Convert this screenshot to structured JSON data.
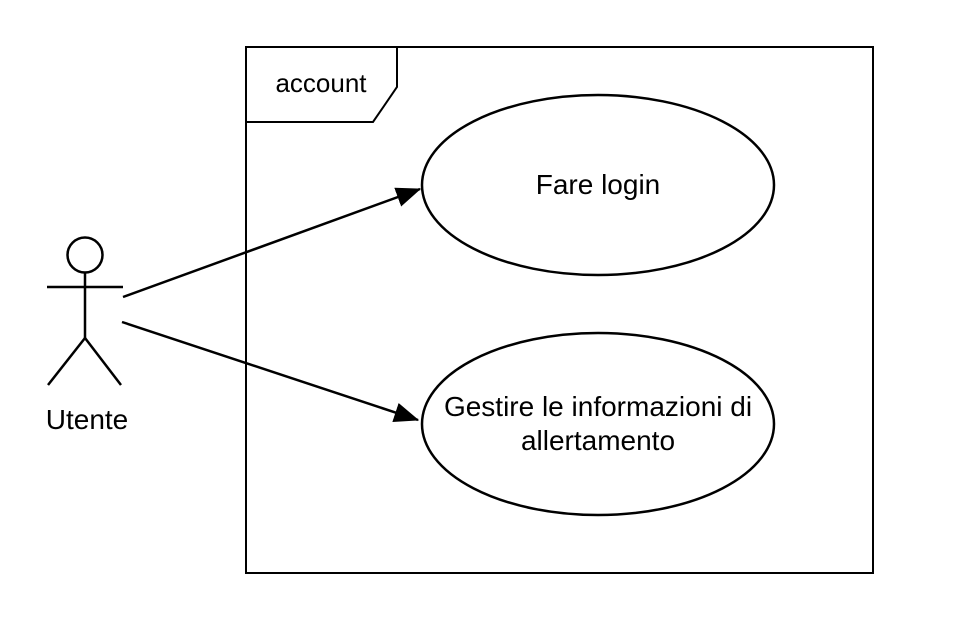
{
  "diagram": {
    "type": "uml-use-case-diagram",
    "background_color": "#ffffff",
    "stroke_color": "#000000",
    "text_color": "#000000",
    "frame": {
      "label": "account"
    },
    "actor": {
      "label": "Utente"
    },
    "use_cases": [
      {
        "id": "fare-login",
        "label": "Fare login"
      },
      {
        "id": "gestire-informazioni-allertamento",
        "label": "Gestire le informazioni di allertamento",
        "lines": [
          "Gestire le informazioni di",
          "allertamento"
        ]
      }
    ],
    "associations": [
      {
        "from": "Utente",
        "to": "Fare login",
        "style": "solid-arrow"
      },
      {
        "from": "Utente",
        "to": "Gestire le informazioni di allertamento",
        "style": "solid-arrow"
      }
    ]
  }
}
